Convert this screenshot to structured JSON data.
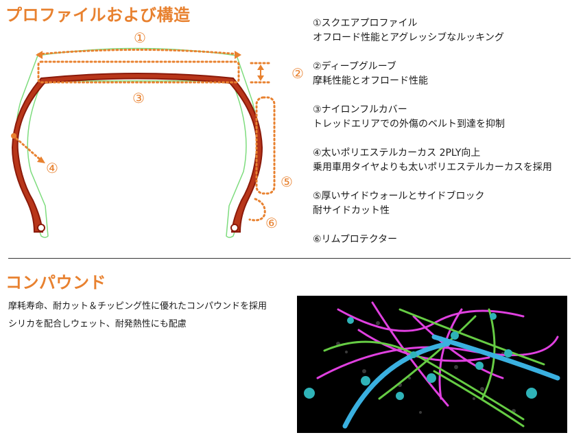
{
  "profile": {
    "title": "プロファイルおよび構造",
    "callouts": [
      "①",
      "②",
      "③",
      "④",
      "⑤",
      "⑥"
    ],
    "features": [
      {
        "title": "①スクエアプロファイル",
        "desc": "オフロード性能とアグレッシブなルッキング"
      },
      {
        "title": "②ディープグルーブ",
        "desc": "摩耗性能とオフロード性能"
      },
      {
        "title": "③ナイロンフルカバー",
        "desc": "トレッドエリアでの外傷のベルト到達を抑制"
      },
      {
        "title": "④太いポリエステルカーカス 2PLY向上",
        "desc": "乗用車用タイヤよりも太いポリエステルカーカスを採用"
      },
      {
        "title": "⑤厚いサイドウォールとサイドブロック",
        "desc": "耐サイドカット性"
      },
      {
        "title": "⑥リムプロテクター",
        "desc": ""
      }
    ]
  },
  "compound": {
    "title": "コンパウンド",
    "lines": [
      "摩耗寿命、耐カット＆チッピング性に優れたコンパウンドを採用",
      "シリカを配合しウェット、耐発熱性にも配慮"
    ]
  },
  "colors": {
    "accent": "#e8812f",
    "carcass": "#8b1a0a",
    "outline": "#7ddc7d",
    "strand_magenta": "#e040e0",
    "strand_green": "#66cc44",
    "strand_cyan": "#3ab0e0",
    "particle": "#2fb3b8"
  }
}
